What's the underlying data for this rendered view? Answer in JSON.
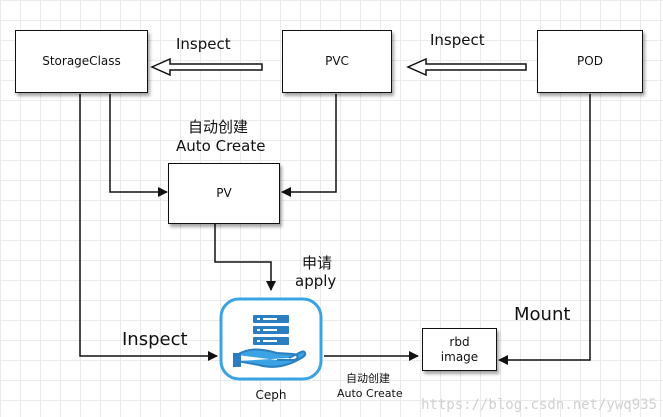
{
  "nodes": {
    "storageclass": "StorageClass",
    "pvc": "PVC",
    "pod": "POD",
    "pv": "PV",
    "rbd_image": "rbd\nimage",
    "ceph": "Ceph"
  },
  "edge_labels": {
    "inspect_pvc_sc": "Inspect",
    "inspect_pod_pvc": "Inspect",
    "inspect_sc_ceph": "Inspect",
    "auto_create_pv_cn": "自动创建",
    "auto_create_pv_en": "Auto Create",
    "apply_cn": "申请",
    "apply_en": "apply",
    "mount": "Mount",
    "auto_create_rbd_cn": "自动创建",
    "auto_create_rbd_en": "Auto Create"
  },
  "watermark": "https://blog.csdn.net/ywq935",
  "colors": {
    "ceph_blue": "#3aa3e3",
    "line": "#111111",
    "grid": "#eaeaea"
  }
}
